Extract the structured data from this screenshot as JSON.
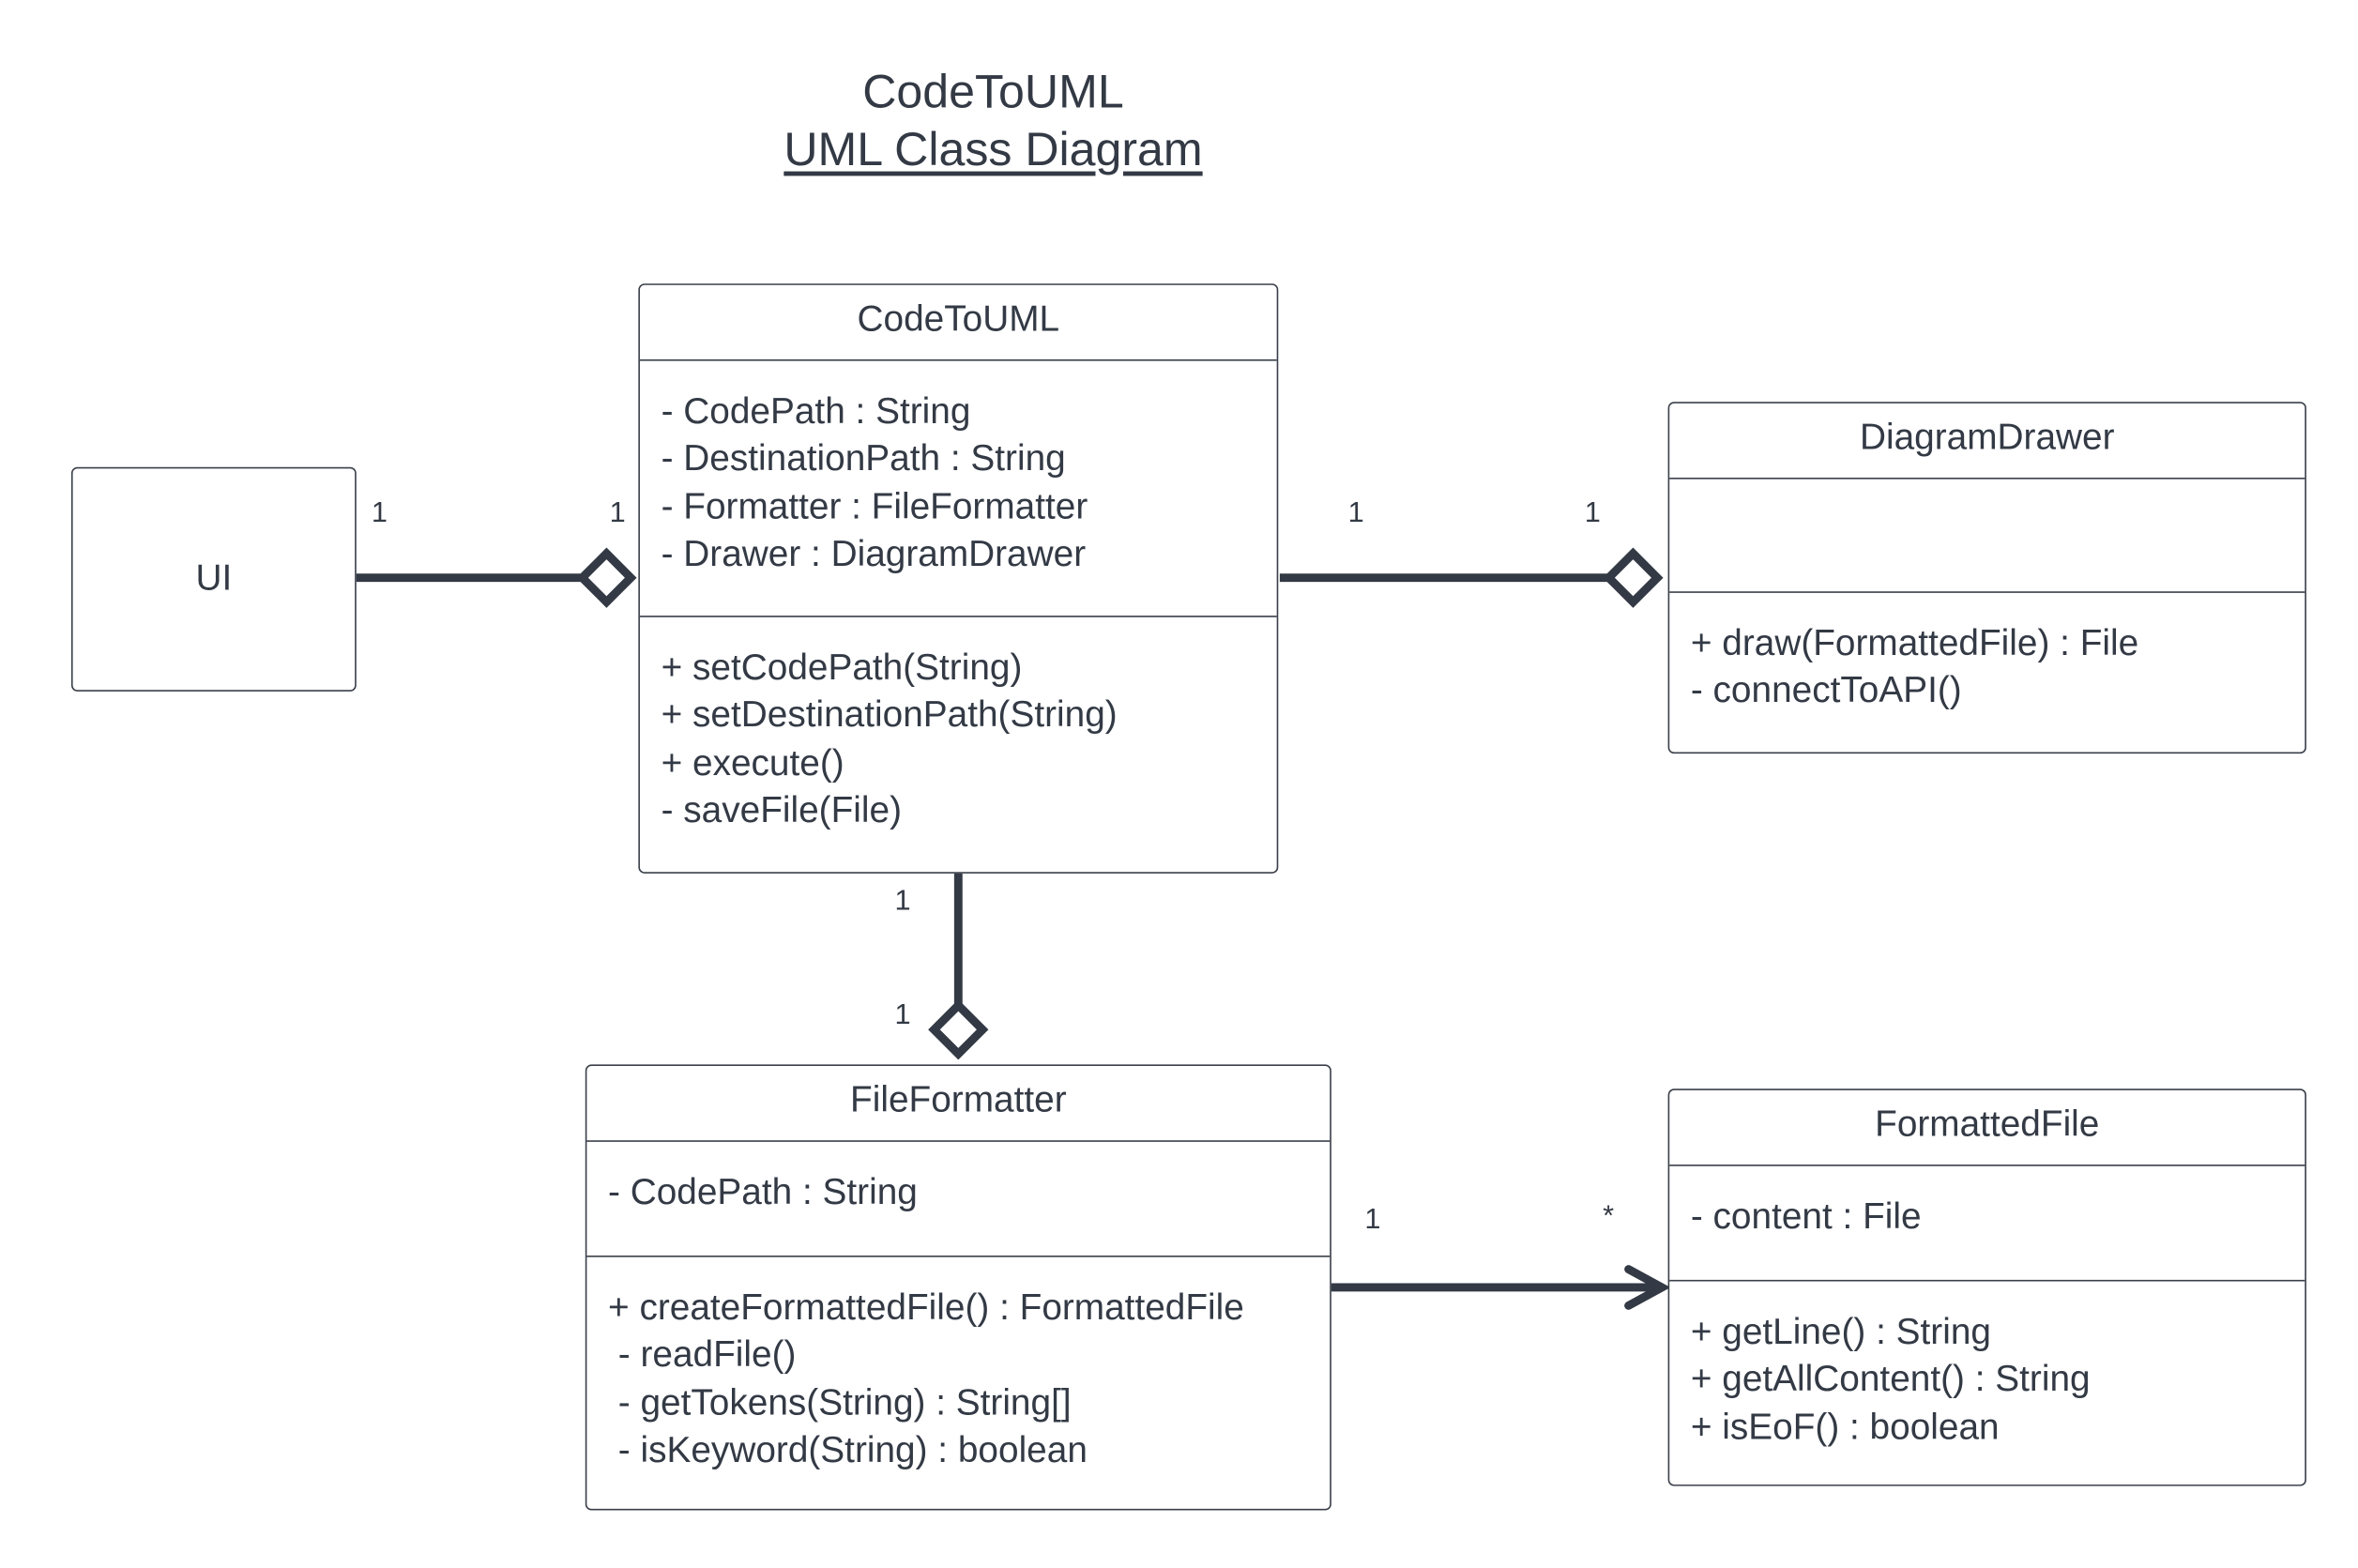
{
  "title": "CodeToUML",
  "subtitle": "UML Class Diagram",
  "ui": {
    "label": "UI"
  },
  "classes": {
    "codeToUml": {
      "name": "CodeToUML",
      "attributes": [
        "- CodePath : String",
        "- DestinationPath : String",
        "- Formatter : FileFormatter",
        "- Drawer : DiagramDrawer"
      ],
      "methods": [
        "+ setCodePath(String)",
        "+ setDestinationPath(String)",
        "+ execute()",
        "- saveFile(File)"
      ]
    },
    "diagramDrawer": {
      "name": "DiagramDrawer",
      "attributes": [],
      "methods": [
        "+ draw(FormattedFile) : File",
        "- connectToAPI()"
      ]
    },
    "fileFormatter": {
      "name": "FileFormatter",
      "attributes": [
        "- CodePath : String"
      ],
      "methods": [
        "+ createFormattedFile() : FormattedFile",
        " - readFile()",
        " - getTokens(String) : String[]",
        " - isKeyword(String) : boolean"
      ]
    },
    "formattedFile": {
      "name": "FormattedFile",
      "attributes": [
        "- content : File"
      ],
      "methods": [
        "+ getLine() : String",
        "+ getAllContent() : String",
        "+ isEoF() : boolean"
      ]
    }
  },
  "relations": {
    "uiToCodeToUml": {
      "source_multiplicity": "1",
      "target_multiplicity": "1",
      "kind": "aggregation"
    },
    "codeToUmlToDiagramDrawer": {
      "source_multiplicity": "1",
      "target_multiplicity": "1",
      "kind": "aggregation"
    },
    "codeToUmlToFileFormatter": {
      "source_multiplicity": "1",
      "target_multiplicity": "1",
      "kind": "aggregation"
    },
    "fileFormatterToFormattedFile": {
      "source_multiplicity": "1",
      "target_multiplicity": "*",
      "kind": "association"
    }
  },
  "colors": {
    "stroke": "#333a45",
    "text": "#333a45",
    "background": "#ffffff"
  }
}
